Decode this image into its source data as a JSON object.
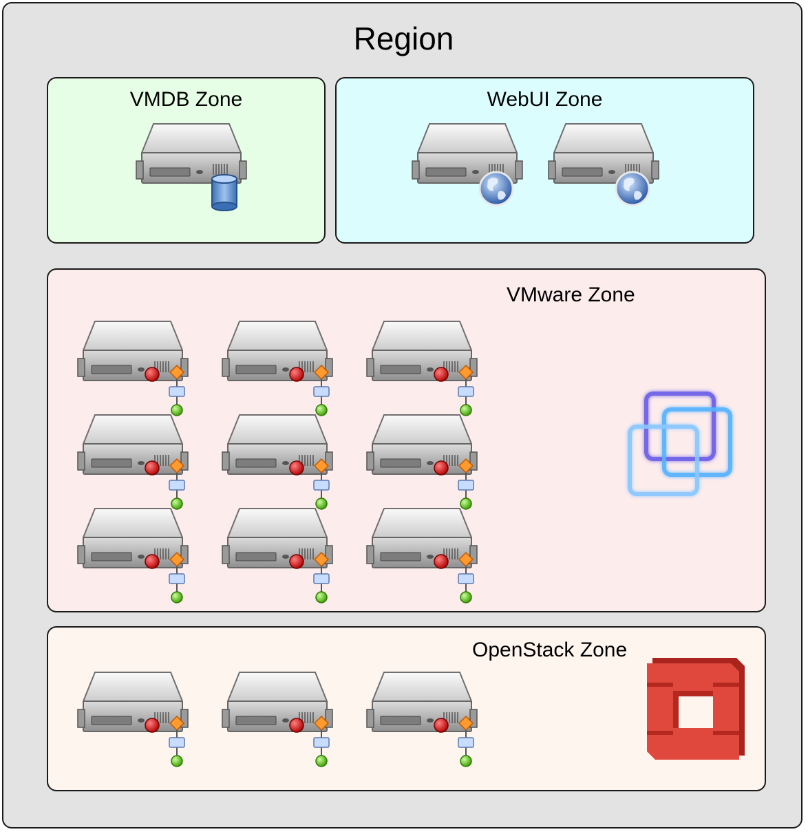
{
  "region": {
    "title": "Region",
    "color": "#e3e3e3"
  },
  "zones": {
    "vmdb": {
      "title": "VMDB Zone",
      "color": "#e6fde6",
      "server_icon": "server-database-icon",
      "server_count": 1
    },
    "webui": {
      "title": "WebUI Zone",
      "color": "#dbfdfd",
      "server_icon": "server-globe-icon",
      "server_count": 2
    },
    "vmware": {
      "title": "VMware Zone",
      "color": "#fdecec",
      "server_icon": "server-worker-icon",
      "server_count": 9,
      "logo": "vmware-logo-icon"
    },
    "openstack": {
      "title": "OpenStack Zone",
      "color": "#fdf5ee",
      "server_icon": "server-worker-icon",
      "server_count": 3,
      "logo": "openstack-logo-icon"
    }
  }
}
